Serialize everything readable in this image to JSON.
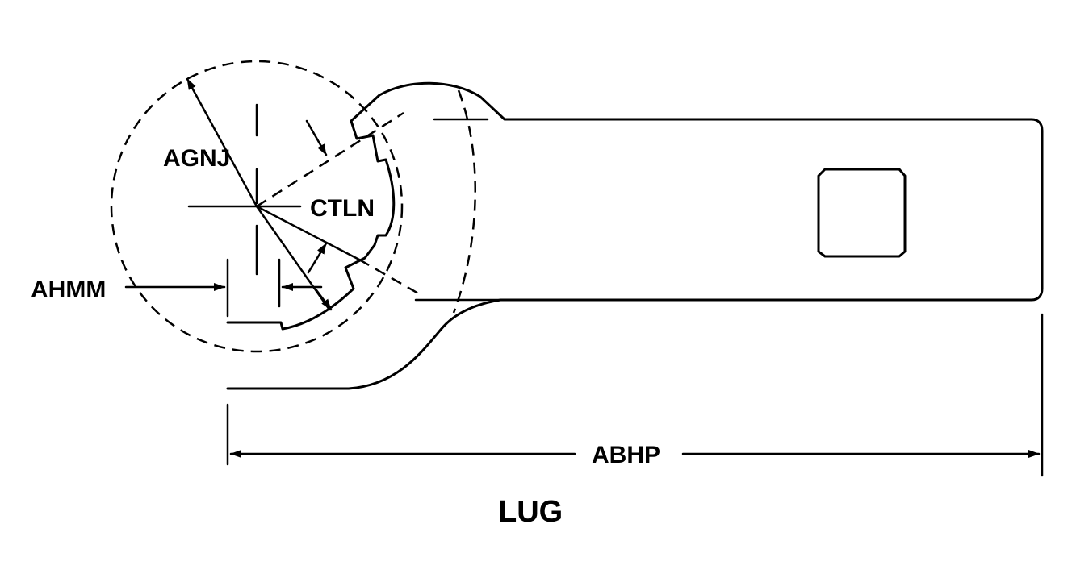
{
  "labels": {
    "agnj": "AGNJ",
    "ctln": "CTLN",
    "ahmm": "AHMM",
    "abhp": "ABHP",
    "title": "LUG"
  }
}
